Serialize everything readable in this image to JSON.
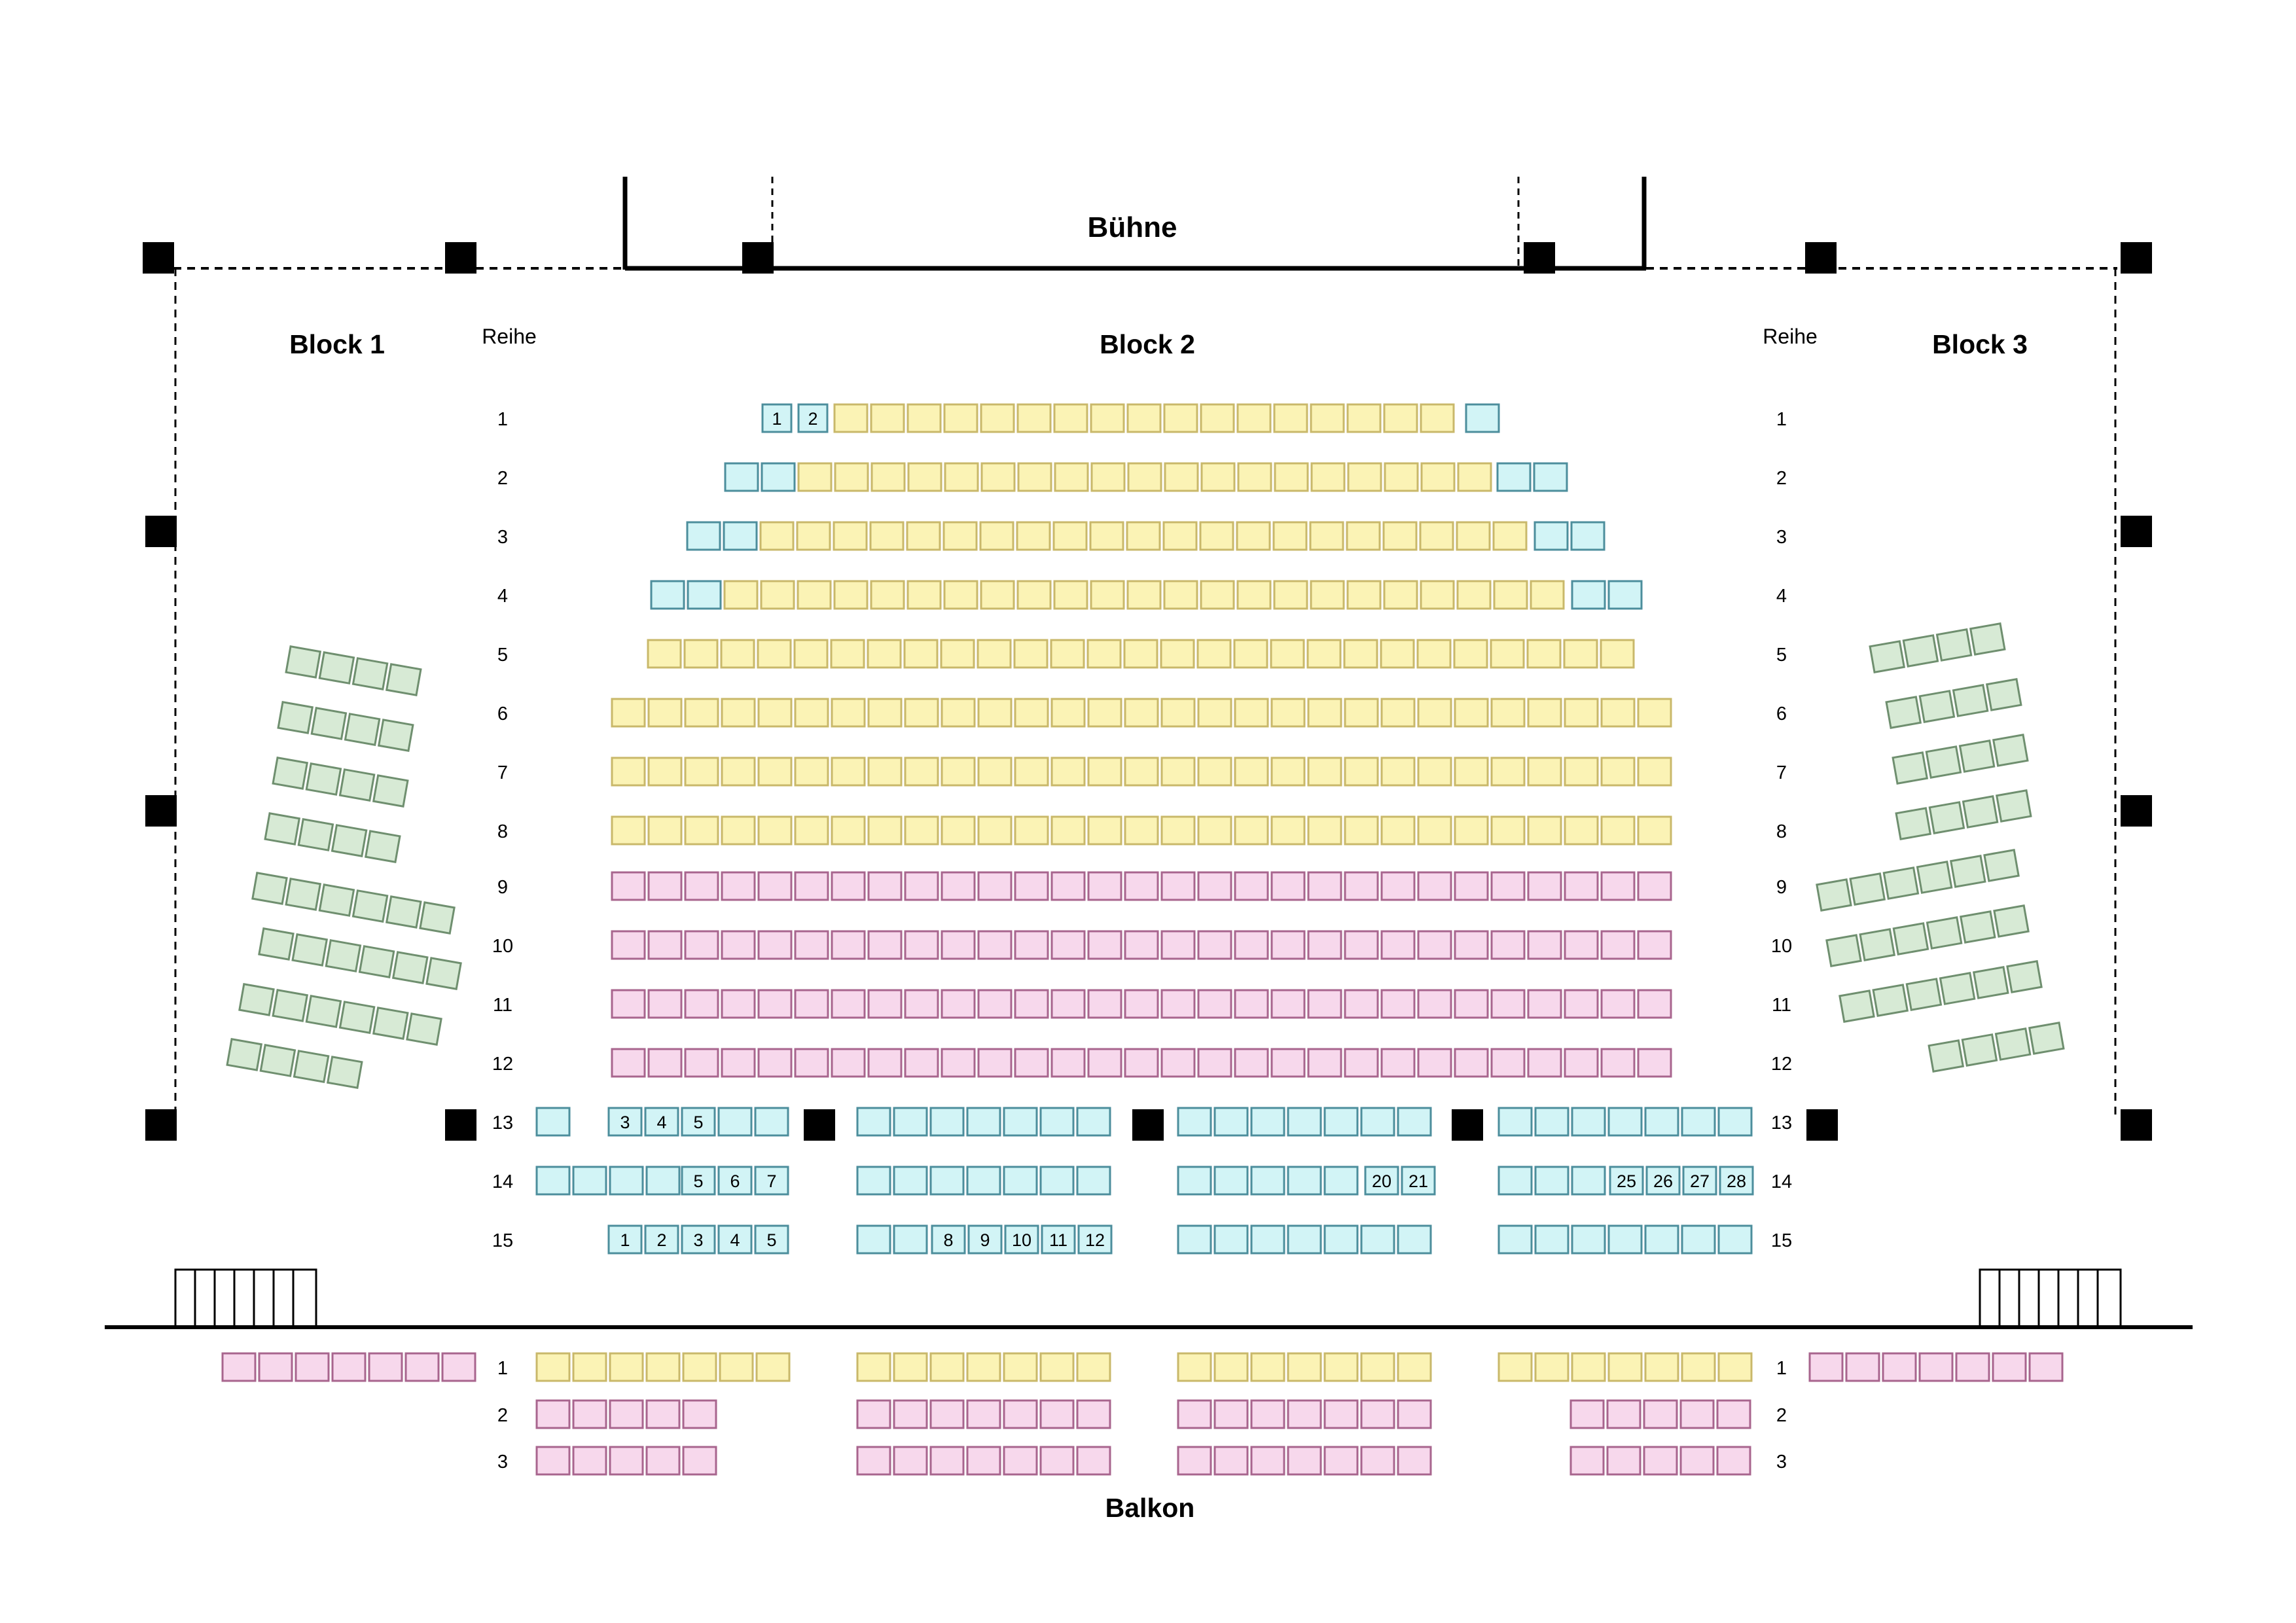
{
  "labels": {
    "stage": "Bühne",
    "block1": "Block 1",
    "block2": "Block  2",
    "block3": "Block 3",
    "row_header_left": "Reihe",
    "row_header_right": "Reihe",
    "balcony": "Balkon"
  },
  "rows_parkett": [
    "1",
    "2",
    "3",
    "4",
    "5",
    "6",
    "7",
    "8",
    "9",
    "10",
    "11",
    "12",
    "13",
    "14",
    "15"
  ],
  "rows_balcony": [
    "1",
    "2",
    "3"
  ],
  "colors": {
    "yellow_zone": "#fbf3b5",
    "yellow_border": "#c9b86a",
    "pink_zone": "#f7d8ec",
    "pink_border": "#a8658e",
    "cyan_zone": "#d2f4f6",
    "cyan_border": "#4c8e9c",
    "green_zone": "#d7ead5",
    "green_border": "#6f8f6f",
    "pillar": "#000000"
  },
  "numbered_seats": {
    "row1": [
      "1",
      "2"
    ],
    "row13": [
      "3",
      "4",
      "5"
    ],
    "row14_left": [
      "5",
      "6",
      "7"
    ],
    "row14_center": [
      "20",
      "21"
    ],
    "row14_right": [
      "25",
      "26",
      "27",
      "28"
    ],
    "row15_left": [
      "1",
      "2",
      "3",
      "4",
      "5"
    ],
    "row15_center": [
      "8",
      "9",
      "10",
      "11",
      "12"
    ]
  }
}
